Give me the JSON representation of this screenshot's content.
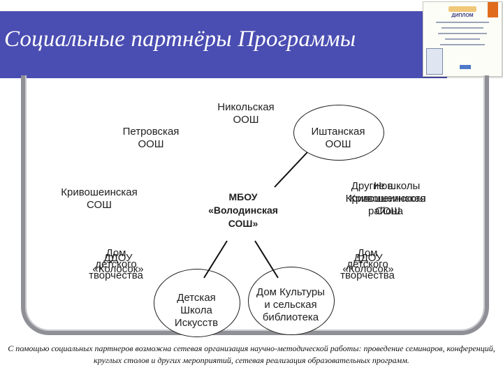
{
  "header": {
    "title": "Социальные партнёры Программы",
    "title_bg_color": "#4a4db1",
    "diploma_title": "ДИПЛОМ"
  },
  "center": {
    "label": "МБОУ «Володинская СОШ»"
  },
  "partners": {
    "nikolskaya": "Никольская ООШ",
    "petrovskaya": "Петровская ООШ",
    "ishtanskaya": "Иштанская ООШ",
    "krivosheinskaya": "Кривошеинская СОШ",
    "drugie_shkoly": "Другие школы Кривошеинского района",
    "novaya_school": "Нов... Кривошеинская СОШ",
    "dom_tvorchestva_left": "Дом детского творчества",
    "dou_left": "ДДОУ «Колосок»",
    "dom_tvorchestva_right": "Дом детского творчества",
    "dou_right": "ДДОУ «Колосок»",
    "dshi": "Детская Школа Искусств",
    "dom_kultury": "Дом Культуры и сельская библиотека"
  },
  "caption": "С помощью социальных партнеров возможна сетевая организация научно-методической работы: проведение семинаров, конференций, круглых столов и других мероприятий, сетевая реализация образовательных программ."
}
